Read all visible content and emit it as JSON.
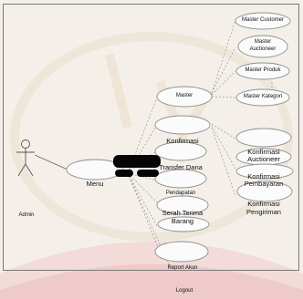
{
  "diagram": {
    "actor": {
      "name": "Admin"
    },
    "use_cases": {
      "menu": "Menu",
      "master": "Master",
      "konfirmasi": "Konfirmasi",
      "transfer_dana": "Transfer Dana",
      "pendapatan": "Pendapatan",
      "serah_terima_line1": "Serah Terima",
      "serah_terima_line2": "Barang",
      "report_akun": "Report Akun",
      "logout": "Logout",
      "master_customer": "Master Customer",
      "master_auctioneer_line1": "Master",
      "master_auctioneer_line2": "Auctioneer",
      "master_produk": "Master Produk",
      "master_kategori": "Master Kategori",
      "konfirmasi_auctioneer_line1": "Konfirmasi",
      "konfirmasi_auctioneer_line2": "Auctioneer",
      "konfirmasi_pembayaran_line1": "Konfirmasi",
      "konfirmasi_pembayaran_line2": "Pembayaran",
      "konfirmasi_pengiriman_line1": "Konfirmasi",
      "konfirmasi_pengiriman_line2": "Pengiriman"
    }
  }
}
